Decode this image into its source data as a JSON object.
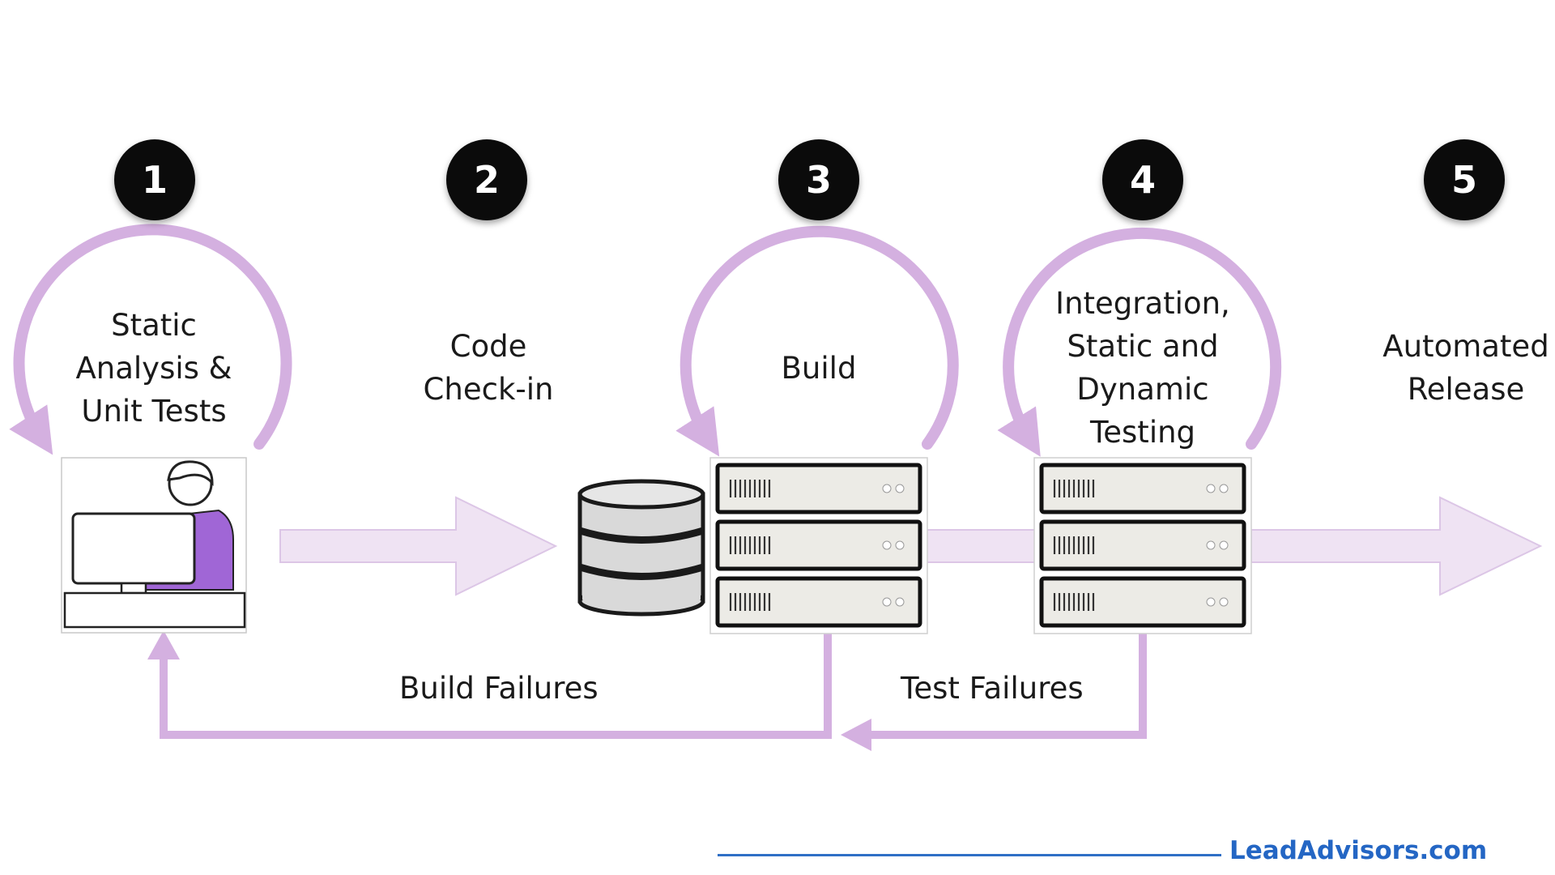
{
  "steps": [
    {
      "number": "1",
      "label": "Static Analysis & Unit Tests"
    },
    {
      "number": "2",
      "label": "Code Check-in"
    },
    {
      "number": "3",
      "label": "Build"
    },
    {
      "number": "4",
      "label": "Integration, Static and Dynamic Testing"
    },
    {
      "number": "5",
      "label": "Automated Release"
    }
  ],
  "feedback": {
    "build_failures": "Build Failures",
    "test_failures": "Test Failures"
  },
  "brand": "LeadAdvisors.com",
  "colors": {
    "loop": "#d4b0e0",
    "flow": "#efe3f3",
    "person": "#a066d6",
    "badge": "#0b0b0b",
    "brand": "#2466c4"
  },
  "icons": [
    "developer-workstation-icon",
    "database-icon",
    "server-rack-icon"
  ]
}
